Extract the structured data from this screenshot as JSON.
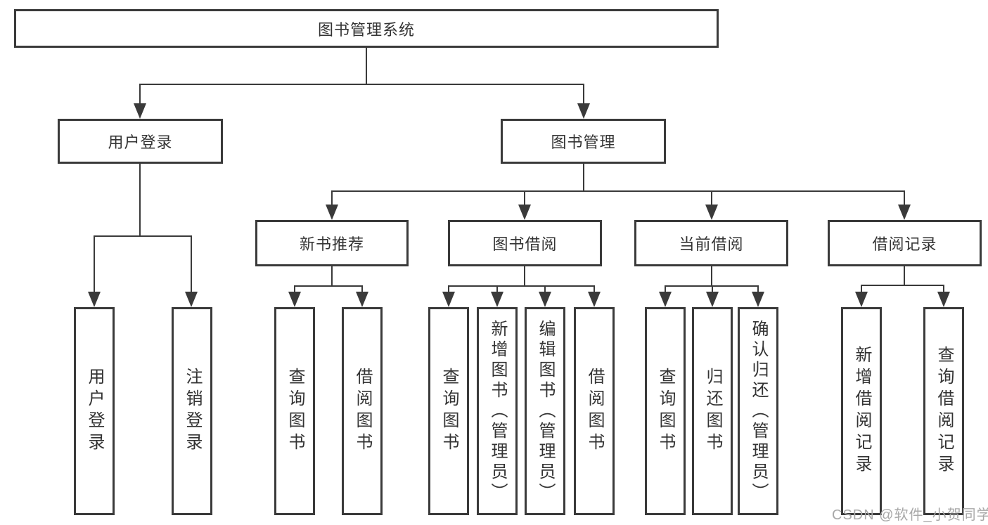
{
  "tree": {
    "root": {
      "label": "图书管理系统"
    },
    "level2": [
      {
        "label": "用户登录",
        "children": [
          {
            "label": "用户登录"
          },
          {
            "label": "注销登录"
          }
        ]
      },
      {
        "label": "图书管理",
        "children": [
          {
            "label": "新书推荐",
            "children": [
              {
                "label": "查询图书"
              },
              {
                "label": "借阅图书"
              }
            ]
          },
          {
            "label": "图书借阅",
            "children": [
              {
                "label": "查询图书"
              },
              {
                "label": "新增图书（管理员）"
              },
              {
                "label": "编辑图书（管理员）"
              },
              {
                "label": "借阅图书"
              }
            ]
          },
          {
            "label": "当前借阅",
            "children": [
              {
                "label": "查询图书"
              },
              {
                "label": "归还图书"
              },
              {
                "label": "确认归还（管理员）"
              }
            ]
          },
          {
            "label": "借阅记录",
            "children": [
              {
                "label": "新增借阅记录"
              },
              {
                "label": "查询借阅记录"
              }
            ]
          }
        ]
      }
    ]
  },
  "watermark": {
    "text": "CSDN @软件_小贺同学"
  },
  "colors": {
    "line": "#3a3a3a",
    "text": "#333333",
    "watermark": "#a8a8a8",
    "background": "#ffffff"
  }
}
